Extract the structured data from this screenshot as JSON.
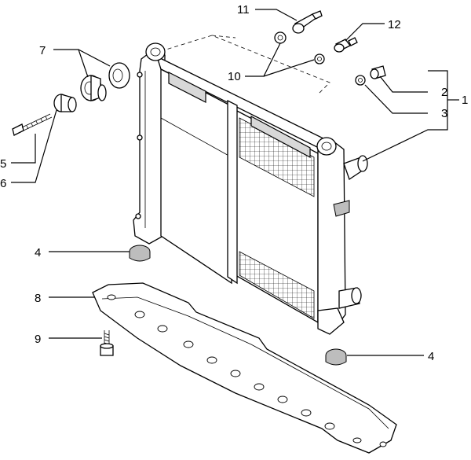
{
  "diagram": {
    "callouts": [
      {
        "id": "c1",
        "text": "1"
      },
      {
        "id": "c2",
        "text": "2"
      },
      {
        "id": "c3",
        "text": "3"
      },
      {
        "id": "c4a",
        "text": "4"
      },
      {
        "id": "c4b",
        "text": "4"
      },
      {
        "id": "c5",
        "text": "5"
      },
      {
        "id": "c6",
        "text": "6"
      },
      {
        "id": "c7",
        "text": "7"
      },
      {
        "id": "c8",
        "text": "8"
      },
      {
        "id": "c9",
        "text": "9"
      },
      {
        "id": "c10",
        "text": "10"
      },
      {
        "id": "c11",
        "text": "11"
      },
      {
        "id": "c12",
        "text": "12"
      }
    ]
  }
}
